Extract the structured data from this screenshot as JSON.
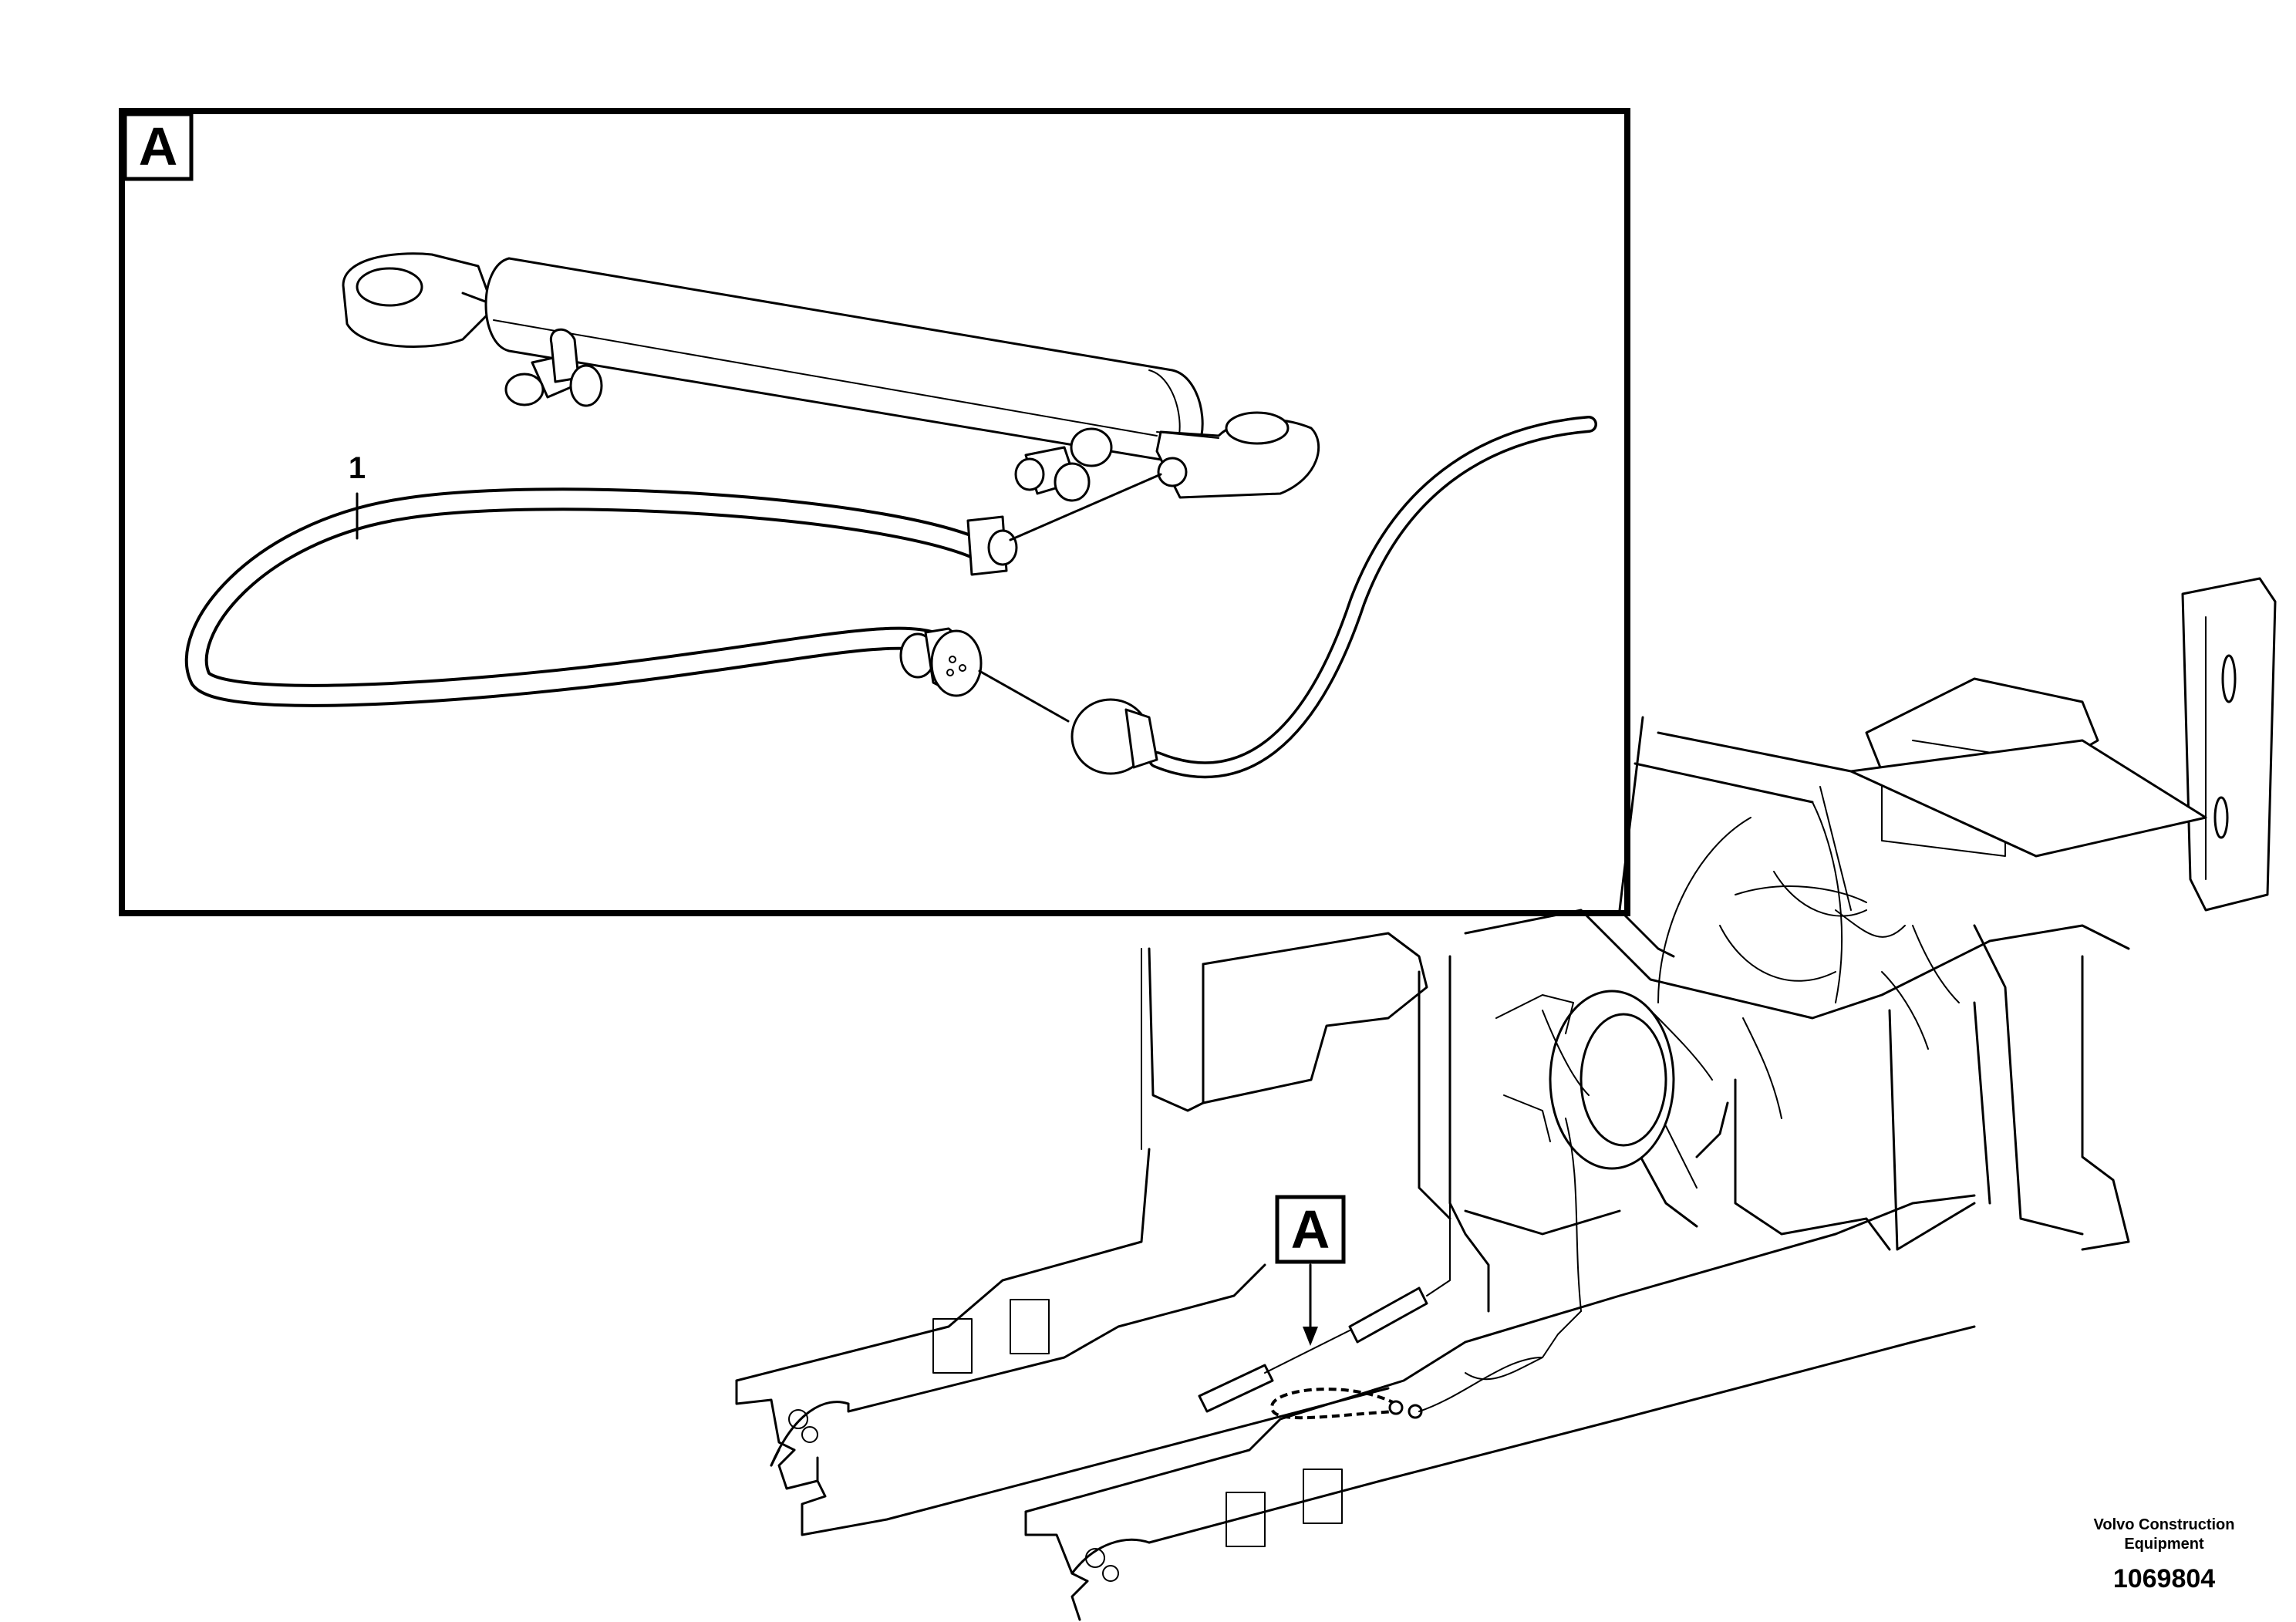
{
  "detail": {
    "label": "A",
    "callout": "1"
  },
  "overview": {
    "label": "A"
  },
  "footer": {
    "company_line1": "Volvo Construction",
    "company_line2": "Equipment",
    "part_number": "1069804"
  }
}
